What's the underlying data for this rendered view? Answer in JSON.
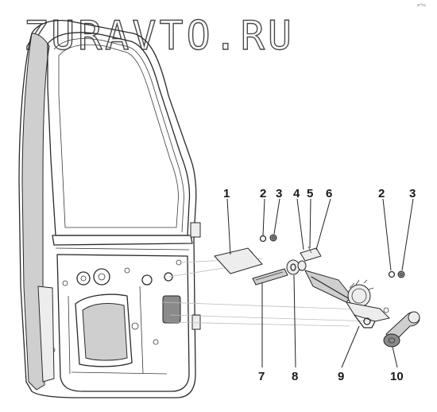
{
  "watermark": "ZURAVTO.RU",
  "corner_mark": "zr°ru",
  "callouts": [
    {
      "id": "label-1",
      "text": "1"
    },
    {
      "id": "label-2a",
      "text": "2"
    },
    {
      "id": "label-3a",
      "text": "3"
    },
    {
      "id": "label-4",
      "text": "4"
    },
    {
      "id": "label-5",
      "text": "5"
    },
    {
      "id": "label-6",
      "text": "6"
    },
    {
      "id": "label-2b",
      "text": "2"
    },
    {
      "id": "label-3b",
      "text": "3"
    },
    {
      "id": "label-7",
      "text": "7"
    },
    {
      "id": "label-8",
      "text": "8"
    },
    {
      "id": "label-9",
      "text": "9"
    },
    {
      "id": "label-10",
      "text": "10"
    }
  ],
  "icons": {
    "door": "car-door-panel",
    "cover": "access-cover-plate",
    "bolt": "bolt-with-washer",
    "rail": "guide-rail",
    "spacer": "bushing-spacer",
    "regulator": "window-regulator-mechanism",
    "crank": "window-crank-handle"
  }
}
